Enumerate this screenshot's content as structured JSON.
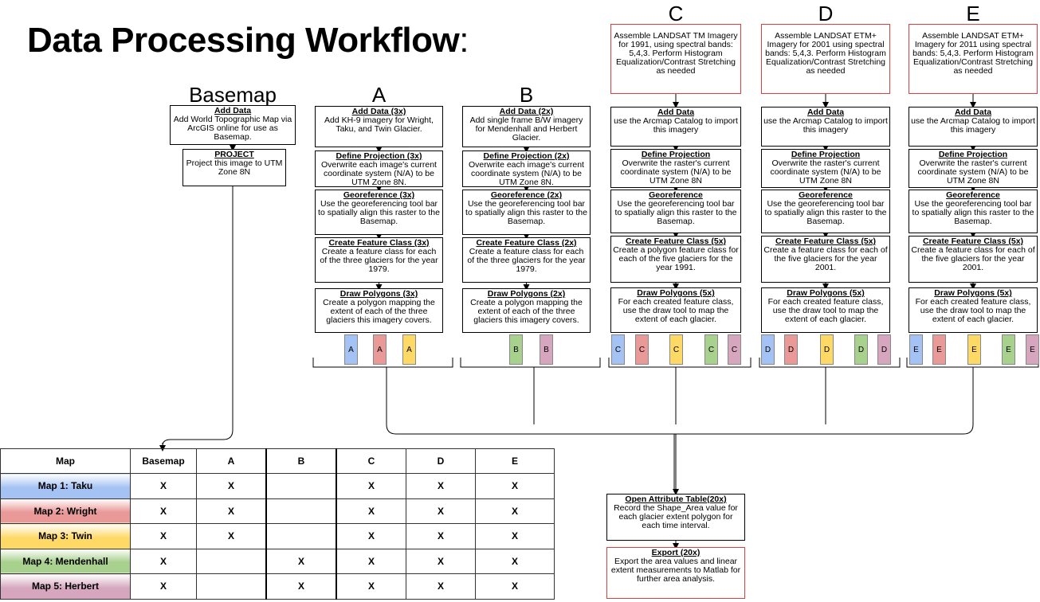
{
  "title": "Data Processing Workflow",
  "title_colon": ":",
  "columns": [
    {
      "id": "basemap",
      "header": "Basemap",
      "top": null,
      "steps": [
        {
          "title": "Add Data",
          "body": "Add World Topographic Map via ArcGIS online for use as Basemap."
        },
        {
          "title": "PROJECT",
          "body": "Project this image to UTM Zone 8N"
        }
      ],
      "tags": []
    },
    {
      "id": "a",
      "header": "A",
      "top": null,
      "steps": [
        {
          "title": "Add Data (3x)",
          "body": "Add KH-9 imagery for Wright, Taku, and Twin Glacier."
        },
        {
          "title": "Define Projection (3x)",
          "body": "Overwrite each image's current coordinate system (N/A) to be UTM Zone 8N."
        },
        {
          "title": "Georeference (3x)",
          "body": "Use the georeferencing tool bar to spatially align this raster to the Basemap."
        },
        {
          "title": "Create Feature Class (3x)",
          "body": "Create a feature class for each of the three glaciers for the year 1979."
        },
        {
          "title": "Draw Polygons (3x)",
          "body": "Create a polygon mapping the extent of each of the three glaciers this imagery covers."
        }
      ],
      "tags": [
        "A",
        "A",
        "A"
      ]
    },
    {
      "id": "b",
      "header": "B",
      "top": null,
      "steps": [
        {
          "title": "Add Data (2x)",
          "body": "Add single frame B/W imagery for Mendenhall and Herbert Glacier."
        },
        {
          "title": "Define Projection (2x)",
          "body": "Overwrite each image's current coordinate system (N/A) to be UTM Zone 8N."
        },
        {
          "title": "Georeference (2x)",
          "body": "Use the georeferencing tool bar to spatially align this raster to the Basemap."
        },
        {
          "title": "Create Feature Class (2x)",
          "body": "Create a feature class for each of the three glaciers for the year 1979."
        },
        {
          "title": "Draw Polygons (2x)",
          "body": "Create a polygon mapping the extent of each of the three glaciers this imagery covers."
        }
      ],
      "tags": [
        "B",
        "B"
      ]
    },
    {
      "id": "c",
      "header": "C",
      "top": "Assemble LANDSAT TM Imagery for 1991, using spectral bands: 5,4,3. Perform Histogram Equalization/Contrast Stretching as needed",
      "steps": [
        {
          "title": "Add Data",
          "body": "use the Arcmap Catalog to import this imagery"
        },
        {
          "title": "Define Projection",
          "body": "Overwrite the raster's current coordinate system (N/A) to be UTM Zone 8N"
        },
        {
          "title": "Georeference",
          "body": "Use the georeferencing tool bar to spatially align this raster to the Basemap."
        },
        {
          "title": "Create Feature Class (5x)",
          "body": "Create a polygon feature class for each of the five glaciers for the year 1991."
        },
        {
          "title": "Draw Polygons (5x)",
          "body": "For each created feature class, use the draw tool to map the extent of each glacier."
        }
      ],
      "tags": [
        "C",
        "C",
        "C",
        "C",
        "C"
      ]
    },
    {
      "id": "d",
      "header": "D",
      "top": "Assemble LANDSAT ETM+ Imagery for 2001 using spectral bands: 5,4,3. Perform Histogram Equalization/Contrast Stretching as needed",
      "steps": [
        {
          "title": "Add Data",
          "body": "use the Arcmap Catalog to import this imagery"
        },
        {
          "title": "Define Projection",
          "body": "Overwrite the raster's current coordinate system (N/A) to be UTM Zone 8N"
        },
        {
          "title": "Georeference",
          "body": "Use the georeferencing tool bar to spatially align this raster to the Basemap."
        },
        {
          "title": "Create Feature Class (5x)",
          "body": "Create a feature class for each of the five glaciers for the year 2001."
        },
        {
          "title": "Draw Polygons (5x)",
          "body": "For each created feature class, use the draw tool to map the extent of each glacier."
        }
      ],
      "tags": [
        "D",
        "D",
        "D",
        "D",
        "D"
      ]
    },
    {
      "id": "e",
      "header": "E",
      "top": "Assemble LANDSAT ETM+ Imagery for 2011 using spectral bands: 5,4,3. Perform Histogram Equalization/Contrast Stretching as needed",
      "steps": [
        {
          "title": "Add Data",
          "body": "use the Arcmap Catalog to import this imagery"
        },
        {
          "title": "Define Projection",
          "body": "Overwrite the raster's current coordinate system (N/A) to be UTM Zone 8N"
        },
        {
          "title": "Georeference",
          "body": "Use the georeferencing tool bar to spatially align this raster to the Basemap."
        },
        {
          "title": "Create Feature Class (5x)",
          "body": "Create a feature class for each of the five glaciers for the year 2001."
        },
        {
          "title": "Draw Polygons (5x)",
          "body": "For each created feature class, use the draw tool to map the extent of each glacier."
        }
      ],
      "tags": [
        "E",
        "E",
        "E",
        "E",
        "E"
      ]
    }
  ],
  "final_steps": [
    {
      "title": "Open Attribute Table(20x)",
      "body": "Record the Shape_Area value for each glacier extent polygon for each time interval."
    },
    {
      "title": "Export (20x)",
      "body": "Export the area values and linear extent measurements to Matlab for further area analysis."
    }
  ],
  "glacier_colors": {
    "taku": "#a4c2f4",
    "wright": "#ea9999",
    "twin": "#ffd966",
    "mendenhall": "#a9d18e",
    "herbert": "#d5a6bd"
  },
  "table": {
    "headers": [
      "Map",
      "Basemap",
      "A",
      "B",
      "C",
      "D",
      "E"
    ],
    "rows": [
      {
        "map": "Map 1: Taku",
        "cells": [
          "X",
          "X",
          "",
          "X",
          "X",
          "X"
        ]
      },
      {
        "map": "Map 2: Wright",
        "cells": [
          "X",
          "X",
          "",
          "X",
          "X",
          "X"
        ]
      },
      {
        "map": "Map 3: Twin",
        "cells": [
          "X",
          "X",
          "",
          "X",
          "X",
          "X"
        ]
      },
      {
        "map": "Map 4: Mendenhall",
        "cells": [
          "X",
          "",
          "X",
          "X",
          "X",
          "X"
        ]
      },
      {
        "map": "Map 5: Herbert",
        "cells": [
          "X",
          "",
          "X",
          "X",
          "X",
          "X"
        ]
      }
    ]
  }
}
